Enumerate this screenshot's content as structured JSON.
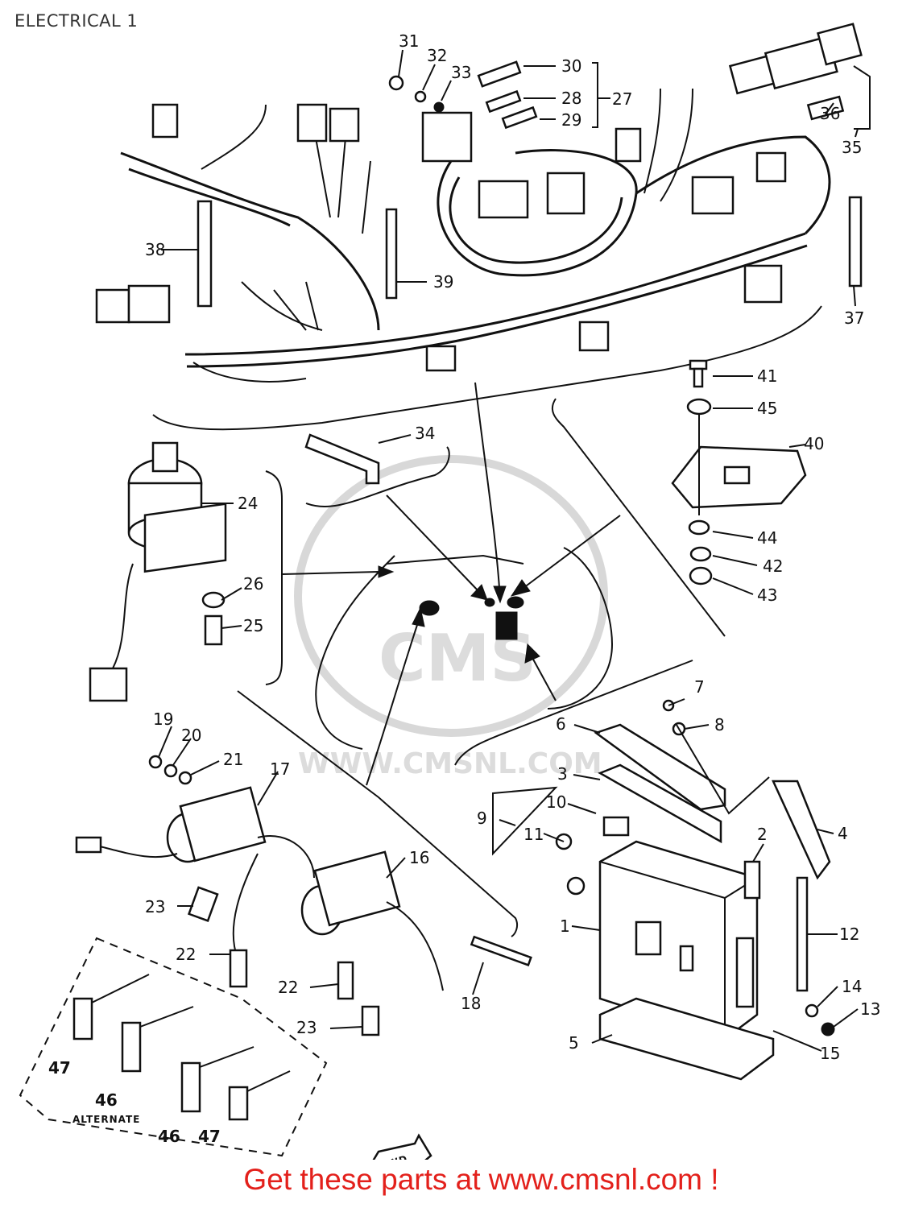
{
  "title": "ELECTRICAL 1",
  "footer": "Get these parts at www.cmsnl.com !",
  "watermark": {
    "logo_text": "CMS",
    "url_text": "WWW.CMSNL.COM"
  },
  "labels": {
    "p1": "1",
    "p2": "2",
    "p3": "3",
    "p4": "4",
    "p5": "5",
    "p6": "6",
    "p7": "7",
    "p8": "8",
    "p9": "9",
    "p10": "10",
    "p11": "11",
    "p12": "12",
    "p13": "13",
    "p14": "14",
    "p15": "15",
    "p16": "16",
    "p17": "17",
    "p18": "18",
    "p19": "19",
    "p20": "20",
    "p21": "21",
    "p22a": "22",
    "p22b": "22",
    "p23a": "23",
    "p23b": "23",
    "p24": "24",
    "p25": "25",
    "p26": "26",
    "p27": "27",
    "p28": "28",
    "p29": "29",
    "p30": "30",
    "p31": "31",
    "p32": "32",
    "p33": "33",
    "p34": "34",
    "p35": "35",
    "p36": "36",
    "p37": "37",
    "p38": "38",
    "p39": "39",
    "p40": "40",
    "p41": "41",
    "p42": "42",
    "p43": "43",
    "p44": "44",
    "p45": "45",
    "p46a": "46",
    "p46b": "46",
    "p47a": "47",
    "p47b": "47",
    "alternate": "ALTERNATE",
    "fwd": "FWD"
  }
}
